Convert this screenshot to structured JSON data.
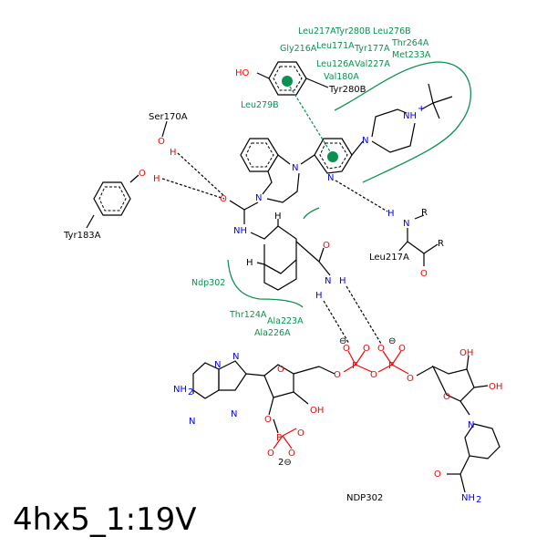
{
  "title": "4hx5_1:19V",
  "residues": {
    "leu217a_top": "Leu217A",
    "tyr280b_top": "Tyr280B",
    "leu276b": "Leu276B",
    "gly216a": "Gly216A",
    "leu171a": "Leu171A",
    "tyr177a": "Tyr177A",
    "thr264a": "Thr264A",
    "met233a": "Met233A",
    "leu126a": "Leu126A",
    "val227a": "Val227A",
    "val180a": "Val180A",
    "leu279b": "Leu279B",
    "ndp302_green": "Ndp302",
    "thr124a": "Thr124A",
    "ala223a": "Ala223A",
    "ala226a": "Ala226A"
  },
  "interacting": {
    "tyr280b": "Tyr280B",
    "ser170a": "Ser170A",
    "tyr183a": "Tyr183A",
    "leu217a": "Leu217A",
    "ndp302": "NDP302"
  },
  "atoms": {
    "HO": "HO",
    "O": "O",
    "H": "H",
    "N": "N",
    "NH": "NH",
    "NHplus": "NH",
    "plus": "+",
    "R": "R",
    "P": "P",
    "OH": "OH",
    "NH2": "NH",
    "sub2": "2",
    "H2N": "NH",
    "minus": "⊖",
    "charge2": "2⊖"
  },
  "colors": {
    "residue": "#0a9150",
    "nitrogen": "#0000ff",
    "oxygen": "#ff0000"
  }
}
